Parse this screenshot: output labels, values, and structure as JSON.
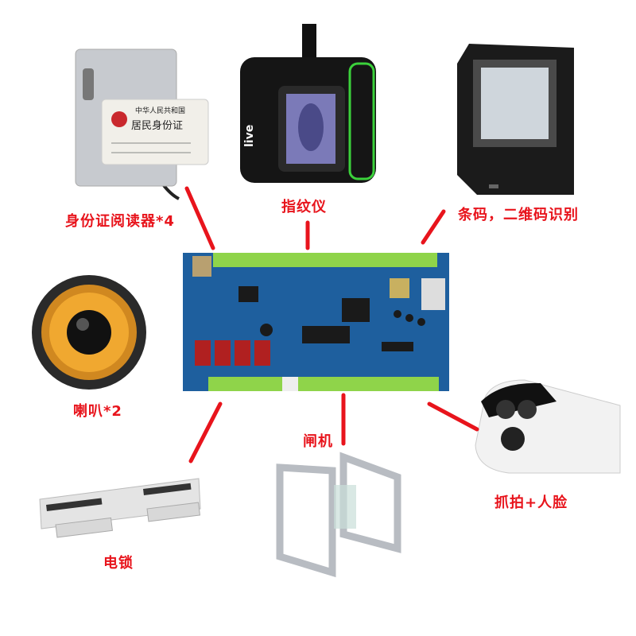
{
  "labels": {
    "id_reader": "身份证阅读器*4",
    "fingerprint": "指纹仪",
    "barcode": "条码，二维码识别",
    "speaker": "喇叭*2",
    "gate": "闸机",
    "lock": "电锁",
    "camera": "抓拍+人脸"
  },
  "id_card": {
    "country": "中华人民共和国",
    "title": "居民身份证"
  },
  "fingerprint_logo": "live",
  "colors": {
    "label": "#e8141c",
    "connector": "#e8141c",
    "board": "#1e5f9e",
    "terminal": "#8fd44a"
  }
}
